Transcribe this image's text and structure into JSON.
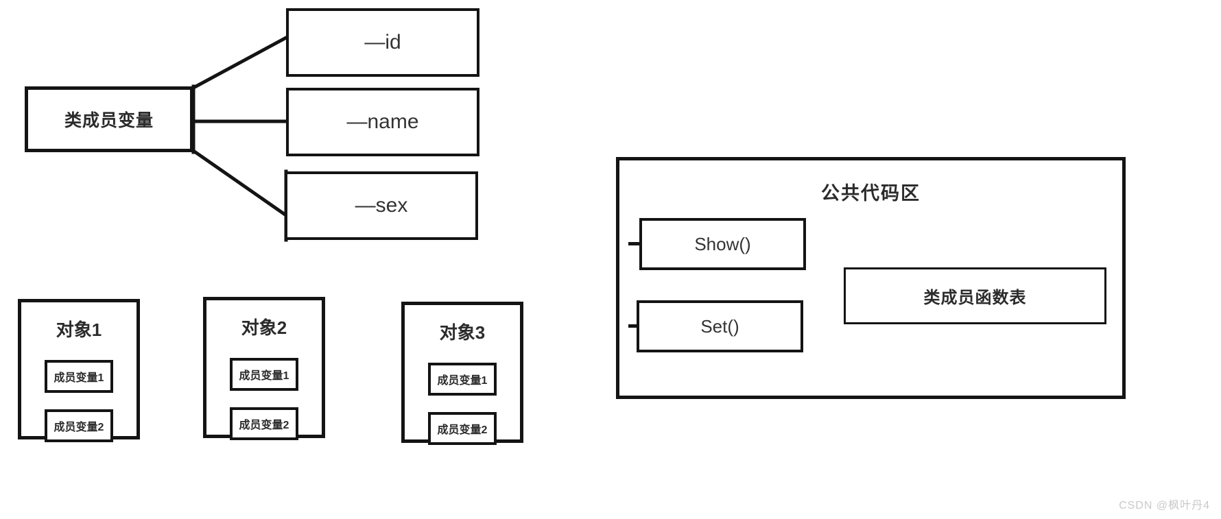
{
  "diagram": {
    "title_left": "类成员变量",
    "class_member_variables": {
      "root_label": "类成员变量",
      "fields": [
        {
          "label": "—id"
        },
        {
          "label": "—name"
        },
        {
          "label": "—sex"
        }
      ]
    },
    "objects": [
      {
        "title": "对象1",
        "members": [
          "成员变量1",
          "成员变量2"
        ]
      },
      {
        "title": "对象2",
        "members": [
          "成员变量1",
          "成员变量2"
        ]
      },
      {
        "title": "对象3",
        "members": [
          "成员变量1",
          "成员变量2"
        ]
      }
    ],
    "public_code_area": {
      "title": "公共代码区",
      "functions": [
        {
          "label": "Show()"
        },
        {
          "label": "Set()"
        }
      ],
      "function_table_label": "类成员函数表"
    }
  },
  "watermark": {
    "text": "CSDN @枫叶丹4"
  },
  "colors": {
    "stroke": "#141414",
    "text": "#2b2b2b",
    "background": "#ffffff",
    "watermark": "#c9c9c9"
  }
}
